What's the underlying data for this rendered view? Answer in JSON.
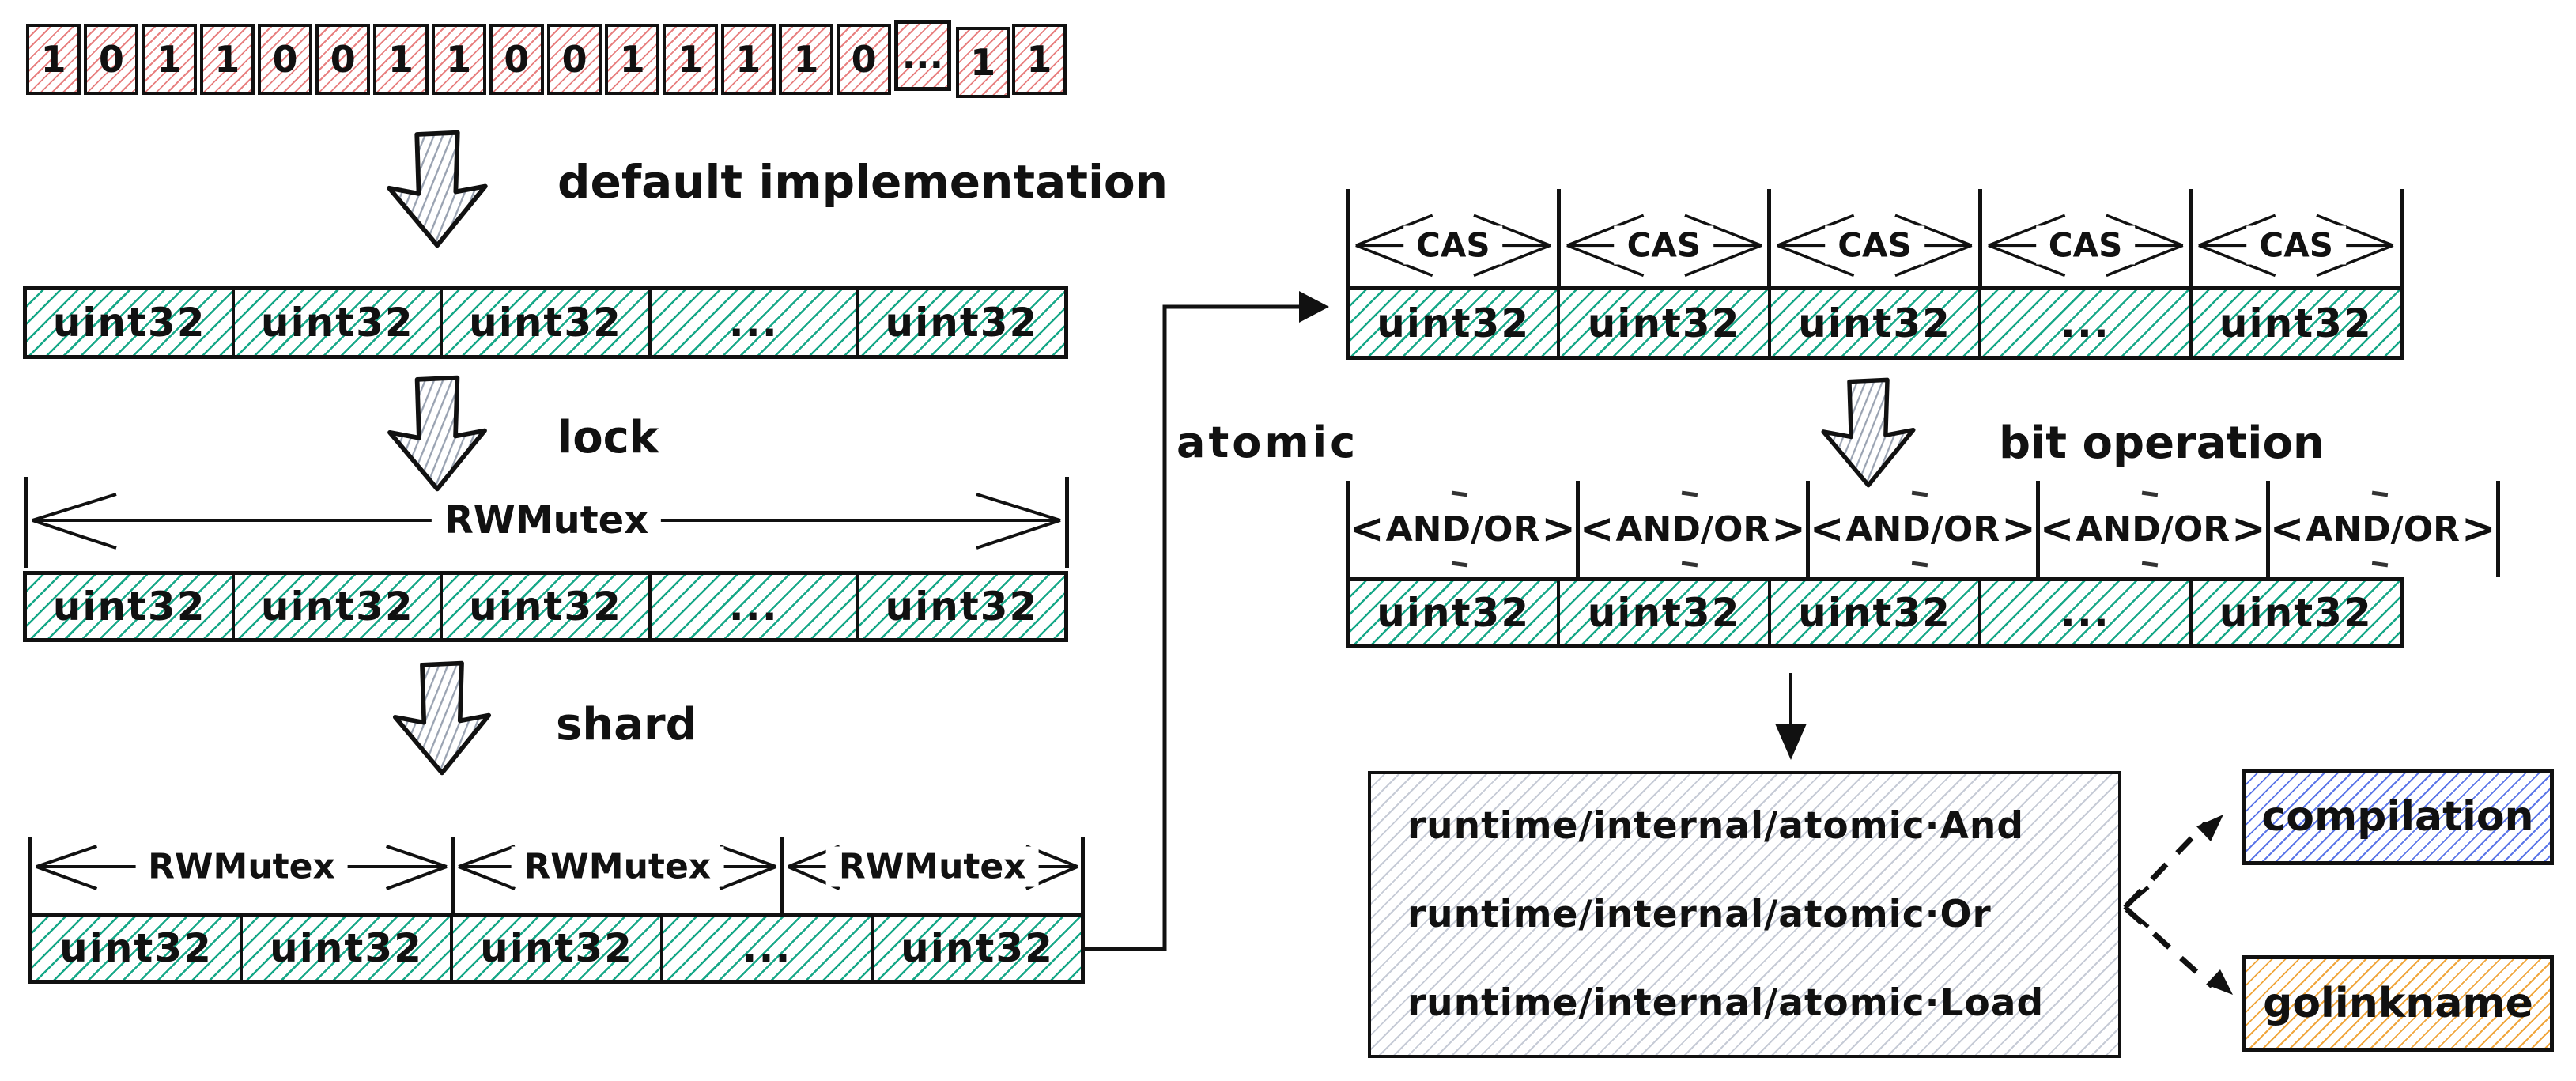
{
  "bits": {
    "cells": [
      "1",
      "0",
      "1",
      "1",
      "0",
      "0",
      "1",
      "1",
      "0",
      "0",
      "1",
      "1",
      "1",
      "1",
      "0",
      "...",
      "1",
      "1"
    ]
  },
  "uint32_row": {
    "cells": [
      "uint32",
      "uint32",
      "uint32",
      "...",
      "uint32"
    ]
  },
  "flow_labels": {
    "default_implementation": "default implementation",
    "lock": "lock",
    "shard": "shard",
    "atomic": "atomic",
    "bit_operation": "bit operation"
  },
  "mutex": {
    "full": "RWMutex",
    "shards": [
      "RWMutex",
      "RWMutex",
      "RWMutex"
    ]
  },
  "cas": {
    "cells": [
      "CAS",
      "CAS",
      "CAS",
      "CAS",
      "CAS"
    ]
  },
  "and_or": {
    "cells": [
      "AND/OR",
      "AND/OR",
      "AND/OR",
      "AND/OR",
      "AND/OR"
    ],
    "chevron_left": "<",
    "chevron_right": ">"
  },
  "runtime_box": {
    "lines": [
      "runtime/internal/atomic·And",
      "runtime/internal/atomic·Or",
      "runtime/internal/atomic·Load"
    ]
  },
  "targets": {
    "compilation": "compilation",
    "golinkname": "golinkname"
  },
  "colors": {
    "ink": "#111111",
    "bit_hatch": "#e88080",
    "uint32_hatch": "#17a888",
    "arrow_hatch": "#9aa3b2",
    "box_hatch": "#c6cbd6",
    "compilation_hatch": "#5b76e8",
    "golinkname_hatch": "#f0a63c"
  }
}
